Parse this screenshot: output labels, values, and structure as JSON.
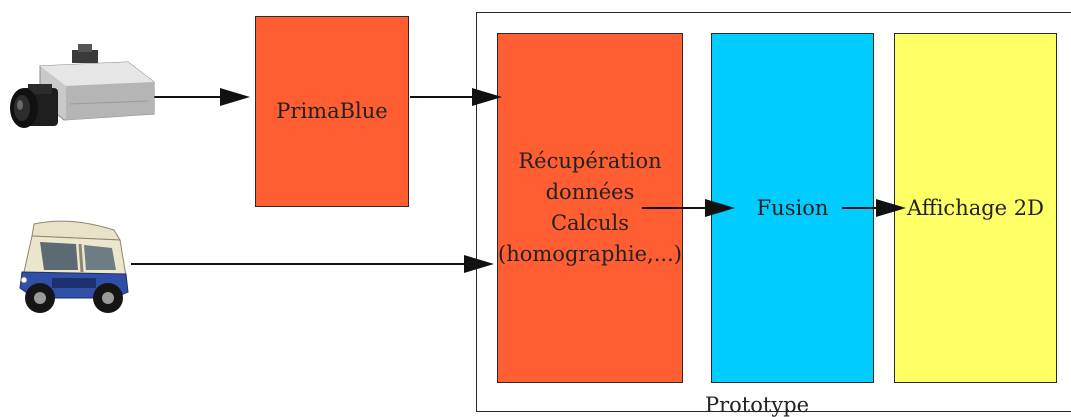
{
  "diagram": {
    "prototype_label": "Prototype",
    "nodes": {
      "primablue": {
        "label": "PrimaBlue",
        "fill": "#ff5e33"
      },
      "recuperation": {
        "lines": [
          "Récupération",
          "données",
          "Calculs",
          "(homographie,...)"
        ],
        "fill": "#ff5e33"
      },
      "fusion": {
        "label": "Fusion",
        "fill": "#00ccff"
      },
      "affichage": {
        "label": "Affichage 2D",
        "fill": "#ffff66"
      }
    },
    "icons": {
      "camera": "security-camera-icon",
      "vehicle": "electric-cart-icon"
    }
  }
}
